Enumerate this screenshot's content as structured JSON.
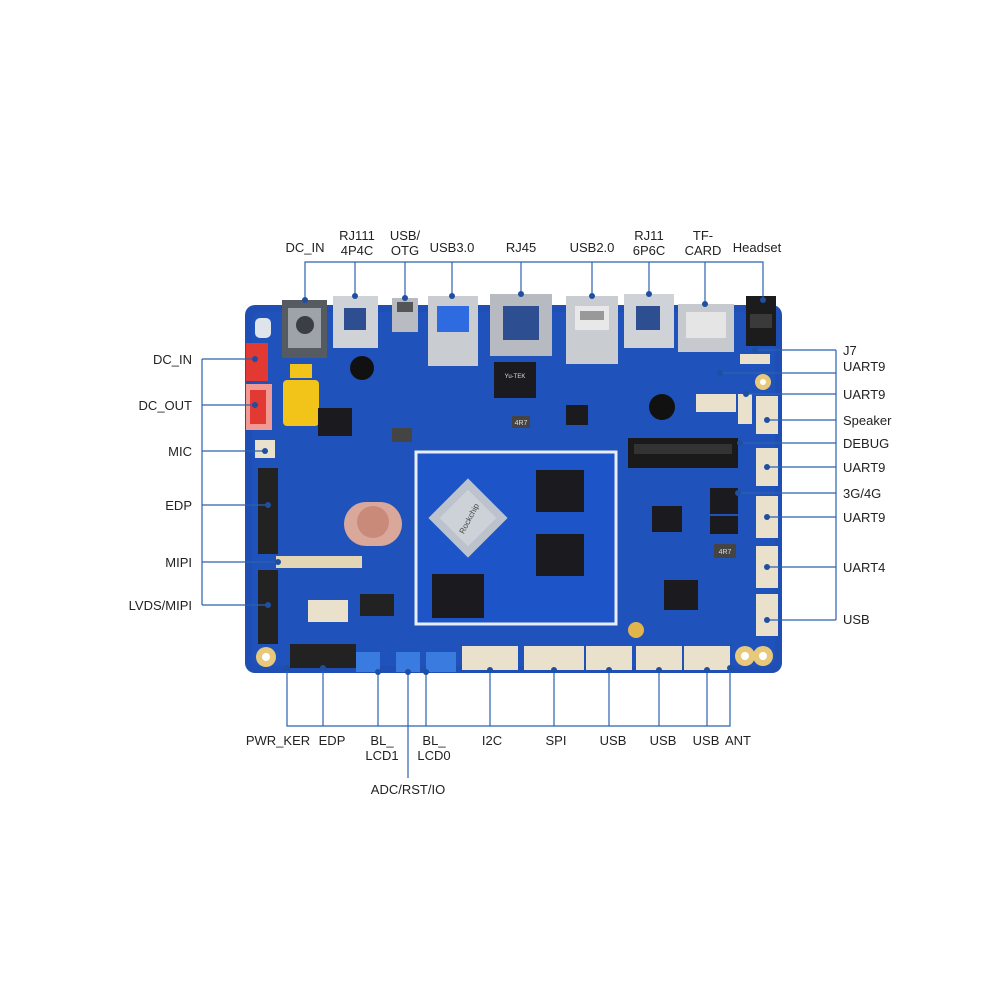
{
  "colors": {
    "pcb": "#1f4fb5",
    "pcb_dark": "#173d92",
    "leader": "#2a62b0",
    "metal": "#bfc3c8",
    "chip": "#1b1b1f",
    "header": "#222",
    "connector_beige": "#e9e1cc",
    "red": "#e23a33",
    "yellow": "#f2c318",
    "blue_conn": "#3a7be0"
  },
  "board": {
    "chip_brand": "Rockchip",
    "wifi_marking": "Yu-TEK",
    "badge_4r7": "4R7"
  },
  "top_labels": {
    "dc_in": "DC_IN",
    "rj111_l1": "RJ111",
    "rj111_l2": "4P4C",
    "usb_otg_l1": "USB/",
    "usb_otg_l2": "OTG",
    "usb30": "USB3.0",
    "rj45": "RJ45",
    "usb20": "USB2.0",
    "rj11_l1": "RJ11",
    "rj11_l2": "6P6C",
    "tf_l1": "TF-",
    "tf_l2": "CARD",
    "headset": "Headset"
  },
  "left_labels": {
    "dc_in": "DC_IN",
    "dc_out": "DC_OUT",
    "mic": "MIC",
    "edp": "EDP",
    "mipi": "MIPI",
    "lvds": "LVDS/MIPI"
  },
  "right_labels": {
    "j7": "J7",
    "uart9_a": "UART9",
    "uart9_b": "UART9",
    "speaker": "Speaker",
    "debug": "DEBUG",
    "uart9_c": "UART9",
    "g34": "3G/4G",
    "uart9_d": "UART9",
    "uart4": "UART4",
    "usb": "USB"
  },
  "bottom_labels": {
    "pwr_key": "PWR_KER",
    "edp": "EDP",
    "bl_lcd1_l1": "BL_",
    "bl_lcd1_l2": "LCD1",
    "bl_lcd0_l1": "BL_",
    "bl_lcd0_l2": "LCD0",
    "adc": "ADC/RST/IO",
    "i2c": "I2C",
    "spi": "SPI",
    "usb_a": "USB",
    "usb_b": "USB",
    "usb_c": "USB",
    "ant": "ANT"
  }
}
